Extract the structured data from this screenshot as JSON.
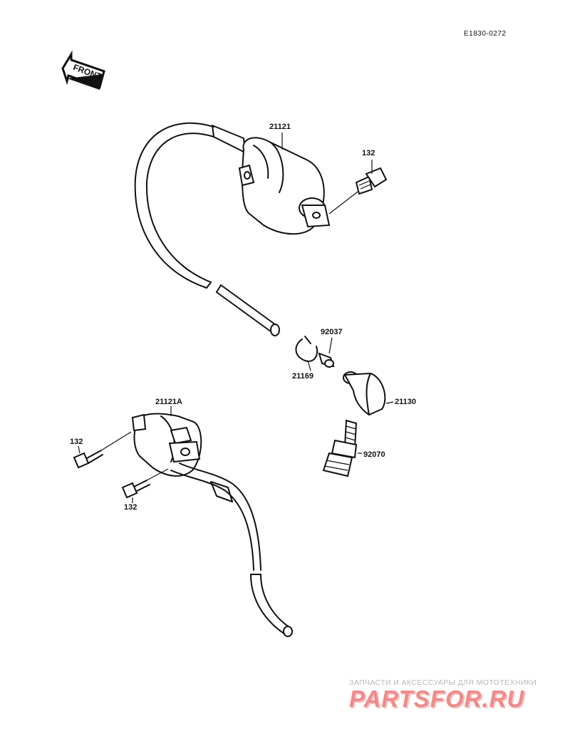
{
  "header": {
    "doc_code": "E1830-0272"
  },
  "front_arrow": {
    "label": "FRONT"
  },
  "parts": [
    {
      "ref": "21121"
    },
    {
      "ref": "132"
    },
    {
      "ref": "92037"
    },
    {
      "ref": "21169"
    },
    {
      "ref": "21130"
    },
    {
      "ref": "21121A"
    },
    {
      "ref": "132"
    },
    {
      "ref": "92070"
    },
    {
      "ref": "132"
    }
  ],
  "watermark": {
    "tagline": "ЗАПЧАСТИ И АКСЕССУАРЫ ДЛЯ МОТОТЕХНИКИ",
    "logo": "PARTSFOR.RU"
  }
}
